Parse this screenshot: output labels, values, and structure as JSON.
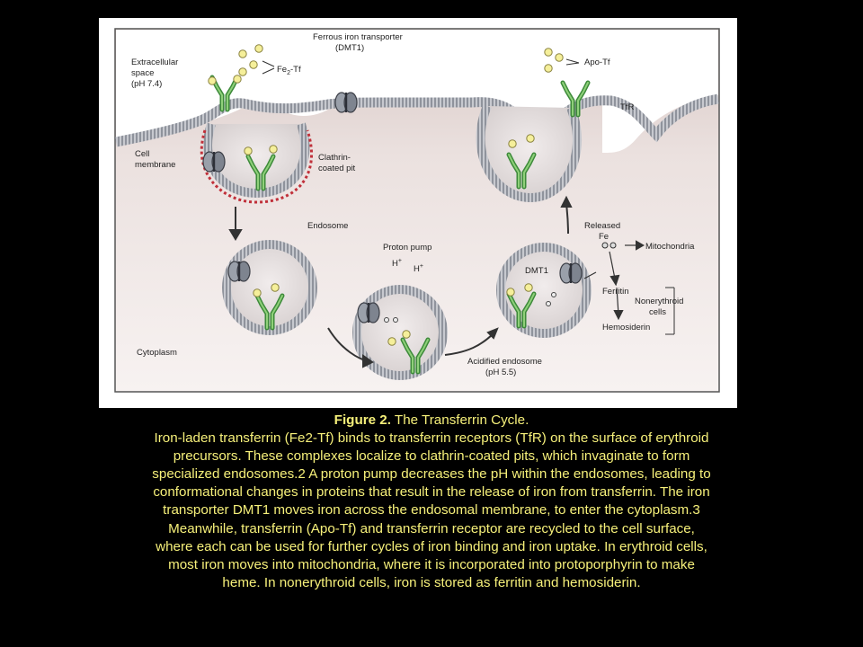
{
  "figure": {
    "labels": {
      "extracellular_line1": "Extracellular",
      "extracellular_line2": "space",
      "extracellular_line3": "(pH 7.4)",
      "fe2tf": "Fe",
      "fe2tf_sub": "2",
      "fe2tf_suffix": "-Tf",
      "ferrous_line1": "Ferrous iron transporter",
      "ferrous_line2": "(DMT1)",
      "apo_tf": "Apo-Tf",
      "tfr": "TfR",
      "cell_membrane_line1": "Cell",
      "cell_membrane_line2": "membrane",
      "clathrin_line1": "Clathrin-",
      "clathrin_line2": "coated pit",
      "endosome": "Endosome",
      "proton_pump": "Proton pump",
      "h_plus_1": "H",
      "h_plus_2": "H",
      "plus": "+",
      "released_line1": "Released",
      "released_line2": "Fe",
      "mitochondria": "Mitochondria",
      "dmt1": "DMT1",
      "ferritin": "Ferritin",
      "nonerythroid_line1": "Nonerythroid",
      "nonerythroid_line2": "cells",
      "hemosiderin": "Hemosiderin",
      "cytoplasm": "Cytoplasm",
      "acidified_line1": "Acidified endosome",
      "acidified_line2": "(pH 5.5)"
    }
  },
  "caption": {
    "title_bold": "Figure 2.",
    "title_rest": " The Transferrin Cycle.",
    "lines": [
      "Iron-laden transferrin (Fe2-Tf) binds to transferrin receptors (TfR) on the surface of erythroid",
      "precursors. These complexes localize to clathrin-coated pits, which invaginate to form",
      "specialized endosomes.2 A proton pump decreases the pH within the endosomes, leading to",
      "conformational changes in proteins that result in the release of iron from transferrin. The iron",
      "transporter DMT1 moves iron across the endosomal membrane, to enter the cytoplasm.3",
      "Meanwhile, transferrin (Apo-Tf) and transferrin receptor are recycled to the cell surface,",
      "where each can be used for further cycles of iron binding and iron uptake. In erythroid cells,",
      "most iron moves into mitochondria, where it is incorporated into protoporphyrin to make",
      "heme. In nonerythroid cells, iron is stored as ferritin and hemosiderin."
    ]
  }
}
